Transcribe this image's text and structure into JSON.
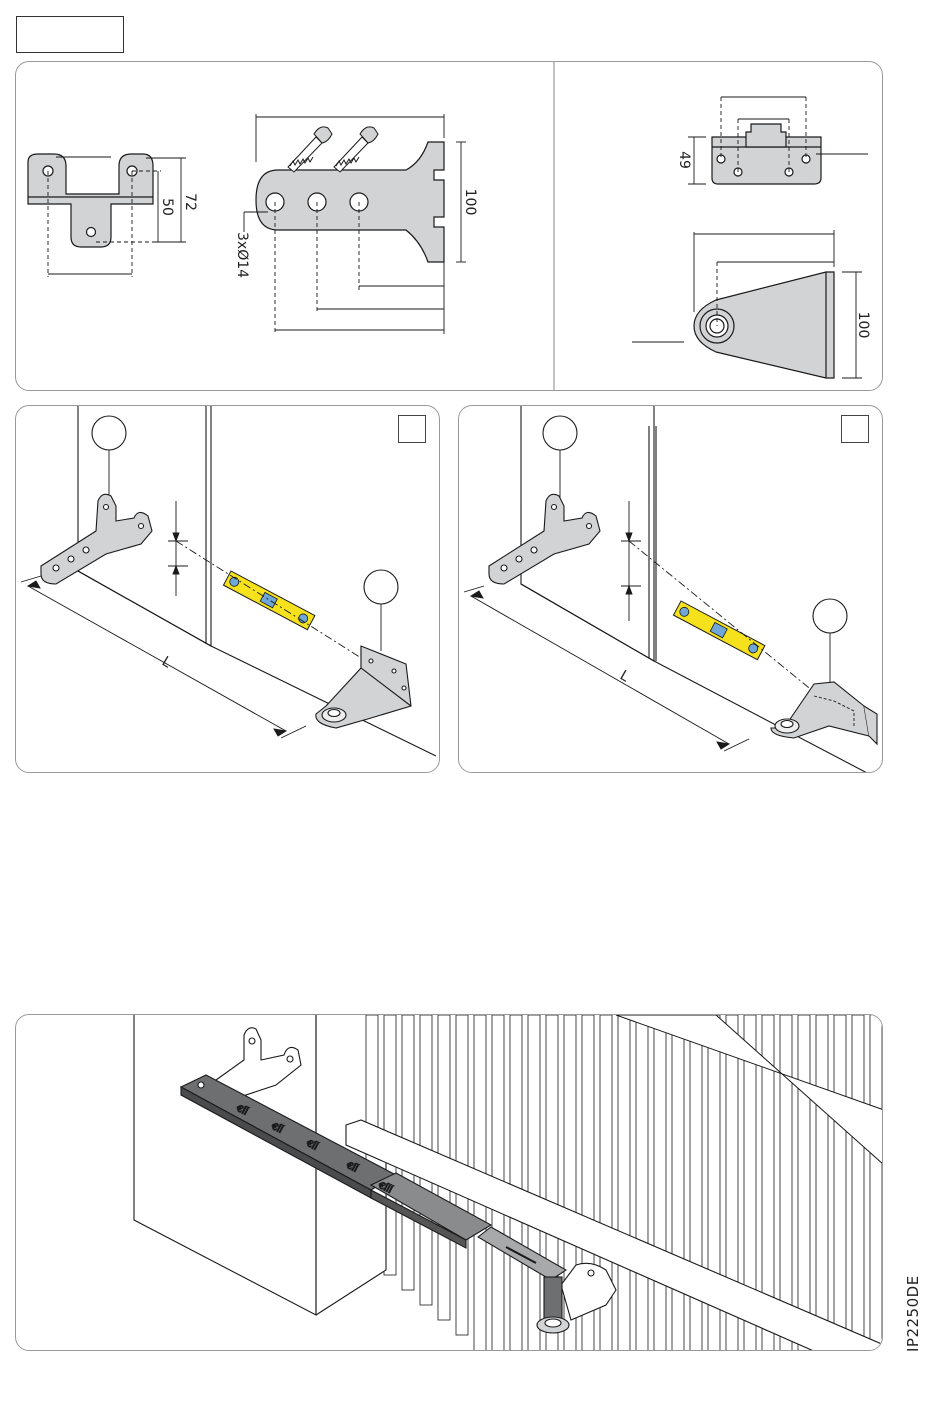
{
  "dimensions": {
    "bracket_height": "72",
    "bracket_hole_spacing": "50",
    "plate_width": "100",
    "hole_spec": "3xØ14",
    "plate_height_top_right": "49",
    "plate_width_bottom_right": "100"
  },
  "labels": {
    "length_left": "L",
    "length_right": "L"
  },
  "doc_code": "IP2250DE",
  "colors": {
    "part_fill": "#d2d3d5",
    "line": "#1a1a1a",
    "level_yellow": "#f5e21d",
    "panel_border": "#9a9a9a"
  }
}
